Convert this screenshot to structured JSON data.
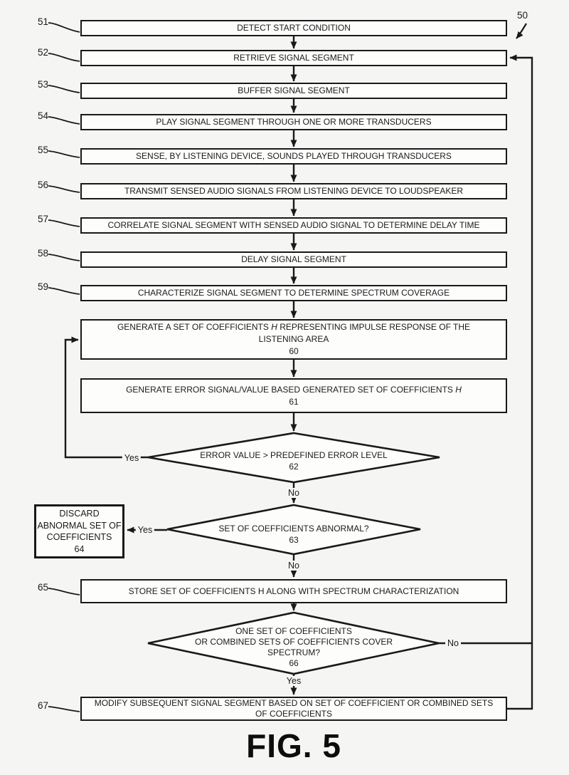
{
  "figure": {
    "title": "FIG. 5",
    "diagram_ref": "50"
  },
  "branch_labels": {
    "yes": "Yes",
    "no": "No"
  },
  "colors": {
    "background": "#f5f5f4",
    "node_fill": "#fdfdfc",
    "line": "#191919"
  },
  "nodes": {
    "b51": {
      "ref": "51",
      "text": "DETECT START CONDITION"
    },
    "b52": {
      "ref": "52",
      "text": "RETRIEVE SIGNAL SEGMENT"
    },
    "b53": {
      "ref": "53",
      "text": "BUFFER SIGNAL SEGMENT"
    },
    "b54": {
      "ref": "54",
      "text": "PLAY SIGNAL SEGMENT THROUGH ONE OR MORE TRANSDUCERS"
    },
    "b55": {
      "ref": "55",
      "text": "SENSE, BY LISTENING DEVICE, SOUNDS PLAYED THROUGH TRANSDUCERS"
    },
    "b56": {
      "ref": "56",
      "text": "TRANSMIT SENSED AUDIO SIGNALS FROM LISTENING DEVICE TO LOUDSPEAKER"
    },
    "b57": {
      "ref": "57",
      "text": "CORRELATE SIGNAL SEGMENT WITH SENSED AUDIO SIGNAL TO DETERMINE DELAY TIME"
    },
    "b58": {
      "ref": "58",
      "text": "DELAY SIGNAL SEGMENT"
    },
    "b59": {
      "ref": "59",
      "text": "CHARACTERIZE SIGNAL SEGMENT TO DETERMINE SPECTRUM COVERAGE"
    },
    "b60": {
      "ref": "60",
      "line1_pre": "GENERATE A SET OF COEFFICIENTS ",
      "symbol": "H",
      "line1_post": " REPRESENTING IMPULSE RESPONSE OF THE",
      "line2": "LISTENING AREA"
    },
    "b61": {
      "ref": "61",
      "line1_pre": "GENERATE ERROR SIGNAL/VALUE BASED GENERATED SET OF COEFFICIENTS ",
      "symbol": "H"
    },
    "d62": {
      "ref": "62",
      "question": "ERROR VALUE > PREDEFINED ERROR LEVEL"
    },
    "d63": {
      "ref": "63",
      "question": "SET OF COEFFICIENTS ABNORMAL?"
    },
    "b64": {
      "ref": "64",
      "line1": "DISCARD",
      "line2": "ABNORMAL SET OF",
      "line3": "COEFFICIENTS"
    },
    "b65": {
      "ref": "65",
      "text": "STORE SET OF COEFFICIENTS H ALONG WITH SPECTRUM CHARACTERIZATION"
    },
    "d66": {
      "ref": "66",
      "line1": "ONE SET OF COEFFICIENTS",
      "line2": "OR COMBINED SETS OF COEFFICIENTS COVER",
      "line3": "SPECTRUM?"
    },
    "b67": {
      "ref": "67",
      "line1": "MODIFY SUBSEQUENT SIGNAL SEGMENT BASED ON SET OF COEFFICIENT OR COMBINED SETS",
      "line2": "OF COEFFICIENTS"
    }
  }
}
